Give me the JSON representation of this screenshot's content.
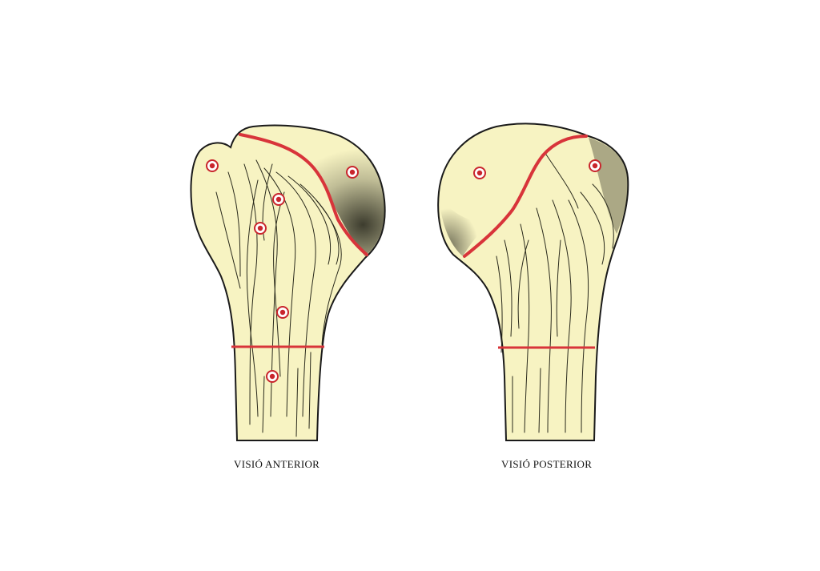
{
  "captions": {
    "anterior": "VISIÓ ANTERIOR",
    "posterior": "VISIÓ POSTERIOR"
  },
  "colors": {
    "bone_fill": "#f7f3c2",
    "outline": "#1a1a1a",
    "hatching": "#2a2a1c",
    "line_red": "#d8343a",
    "marker_ring": "#c9252c",
    "marker_center": "#ffffff"
  },
  "views": [
    {
      "name": "anterior",
      "markers": 6,
      "boundary_lines": 2
    },
    {
      "name": "posterior",
      "markers": 2,
      "boundary_lines": 2
    }
  ]
}
